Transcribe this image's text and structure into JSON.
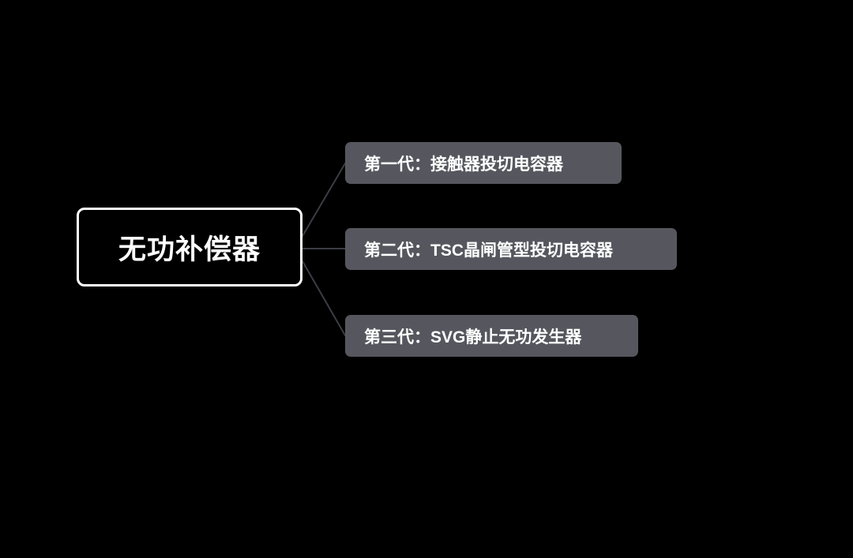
{
  "root": {
    "label": "无功补偿器"
  },
  "children": [
    {
      "label": "第一代：接触器投切电容器"
    },
    {
      "label": "第二代：TSC晶闸管型投切电容器"
    },
    {
      "label": "第三代：SVG静止无功发生器"
    }
  ],
  "colors": {
    "background": "#000000",
    "root_fill": "#000000",
    "root_border": "#ffffff",
    "child_fill": "#56575e",
    "text": "#ffffff",
    "connector": "#3b3d45"
  }
}
